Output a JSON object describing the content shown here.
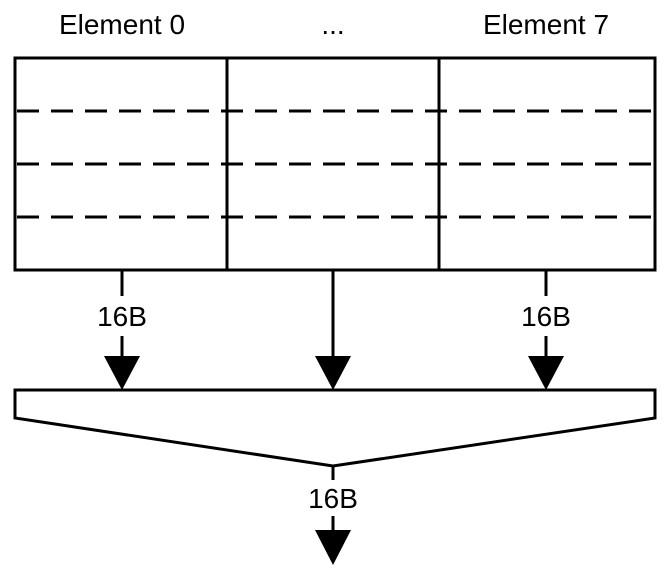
{
  "headers": {
    "left": "Element 0",
    "middle": "...",
    "right": "Element 7"
  },
  "arrows": {
    "left_label": "16B",
    "right_label": "16B",
    "output_label": "16B"
  },
  "colors": {
    "stroke": "#000000",
    "background": "#ffffff"
  }
}
